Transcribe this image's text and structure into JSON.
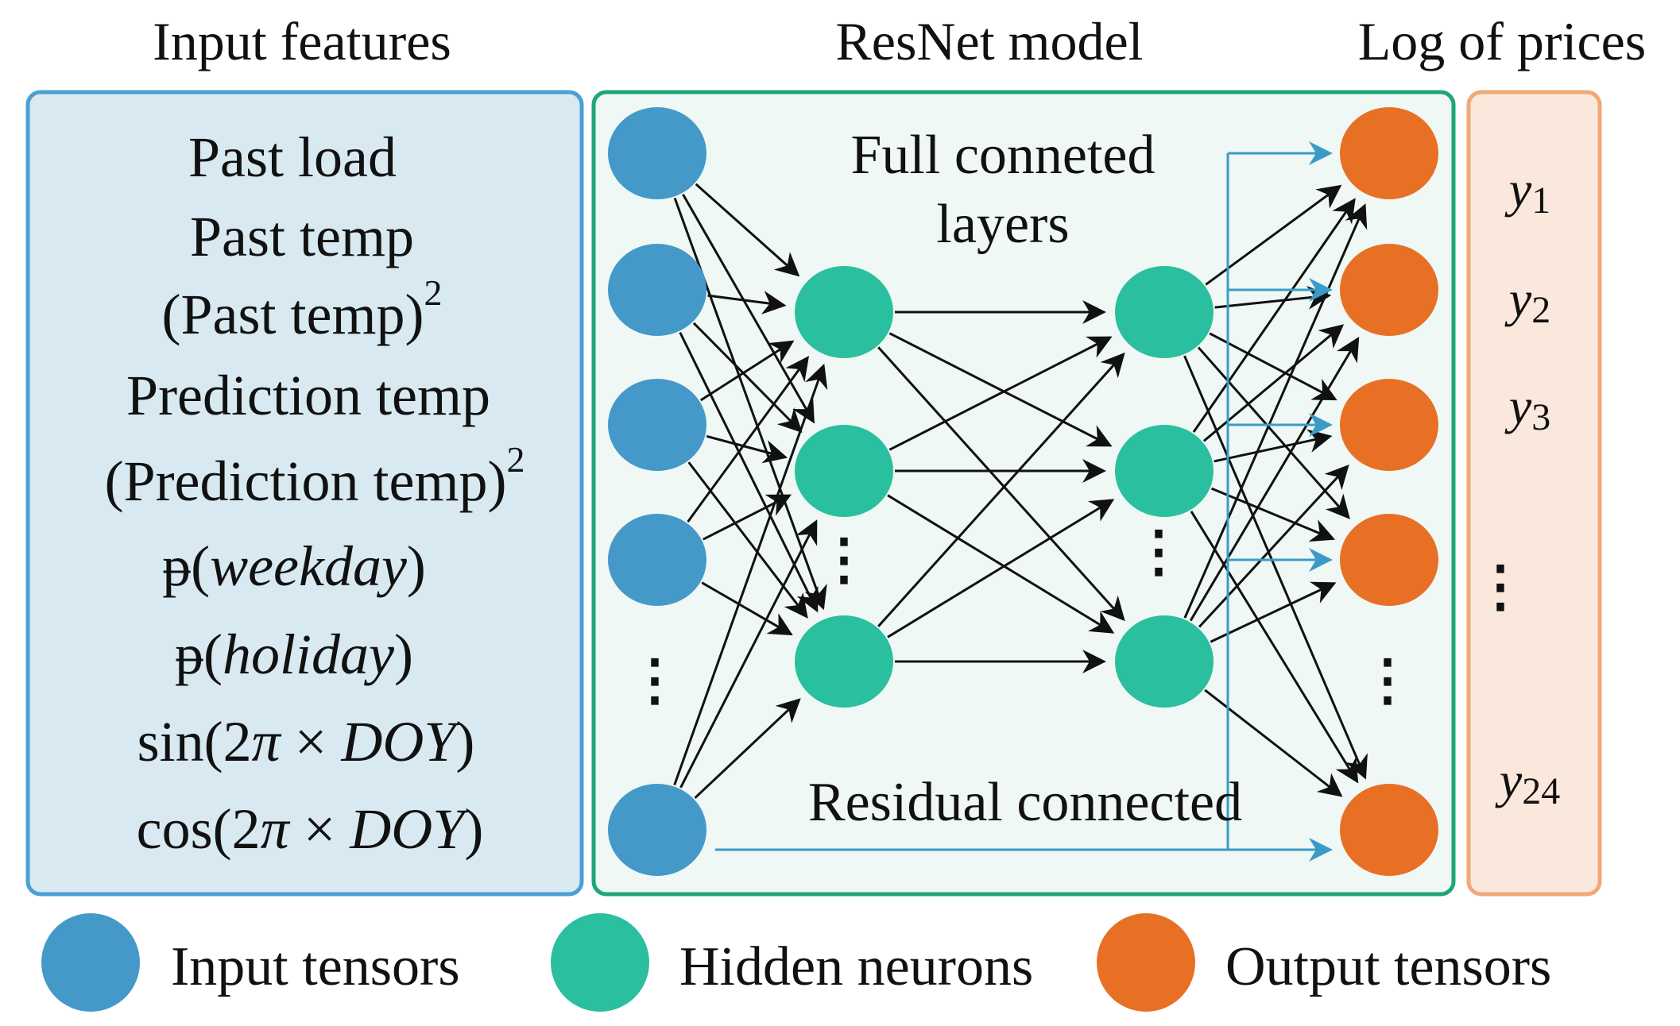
{
  "titles": {
    "input": "Input features",
    "model": "ResNet model",
    "output": "Log of prices"
  },
  "features": [
    {
      "pre": "Past load"
    },
    {
      "pre": "Past temp"
    },
    {
      "pre": "(Past temp)",
      "sup": "2"
    },
    {
      "pre": "Prediction temp"
    },
    {
      "pre": "(Prediction temp)",
      "sup": "2"
    },
    {
      "pre": "ᵽ(",
      "it": "weekday",
      "post": ")"
    },
    {
      "pre": "ᵽ(",
      "it": "holiday",
      "post": ")"
    },
    {
      "pre": "sin(2",
      "it": "π",
      "mid": " × ",
      "it2": "DOY",
      "post": ")"
    },
    {
      "pre": "cos(2",
      "it": "π",
      "mid": " × ",
      "it2": "DOY",
      "post": ")"
    }
  ],
  "annotations": {
    "full_connected_line1": "Full conneted",
    "full_connected_line2": "layers",
    "residual": "Residual connected"
  },
  "outputs": [
    {
      "base": "y",
      "sub": "1"
    },
    {
      "base": "y",
      "sub": "2"
    },
    {
      "base": "y",
      "sub": "3"
    },
    {
      "base": "y",
      "sub": "24"
    }
  ],
  "ellipsis": "⋮",
  "legend": [
    {
      "label": "Input tensors",
      "color": "#4499c8"
    },
    {
      "label": "Hidden neurons",
      "color": "#2abf9e"
    },
    {
      "label": "Output tensors",
      "color": "#e87024"
    }
  ],
  "colors": {
    "input_node": "#4499c8",
    "hidden_node": "#2abf9e",
    "output_node": "#e87024",
    "input_panel_fill": "#d8e9f1",
    "input_panel_stroke": "#4a9fd6",
    "model_panel_fill": "#eff8f5",
    "model_panel_stroke": "#1fa57b",
    "output_panel_fill": "#fbe8dc",
    "output_panel_stroke": "#f2a878",
    "edge": "#111111",
    "residual_edge": "#3a9bc8"
  }
}
